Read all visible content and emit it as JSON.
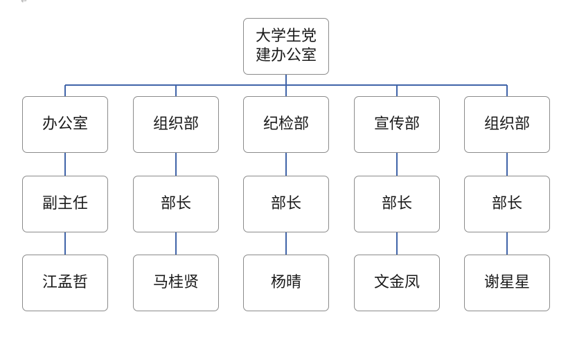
{
  "root": {
    "label": "大学生党建办公室"
  },
  "columns": [
    {
      "department": "办公室",
      "role": "副主任",
      "person": "江孟哲"
    },
    {
      "department": "组织部",
      "role": "部长",
      "person": "马桂贤"
    },
    {
      "department": "纪检部",
      "role": "部长",
      "person": "杨晴"
    },
    {
      "department": "宣传部",
      "role": "部长",
      "person": "文金凤"
    },
    {
      "department": "组织部",
      "role": "部长",
      "person": "谢星星"
    }
  ],
  "colors": {
    "connector": "#3f63a8",
    "box_border": "#8a8a8a",
    "text": "#1a1a1a"
  }
}
